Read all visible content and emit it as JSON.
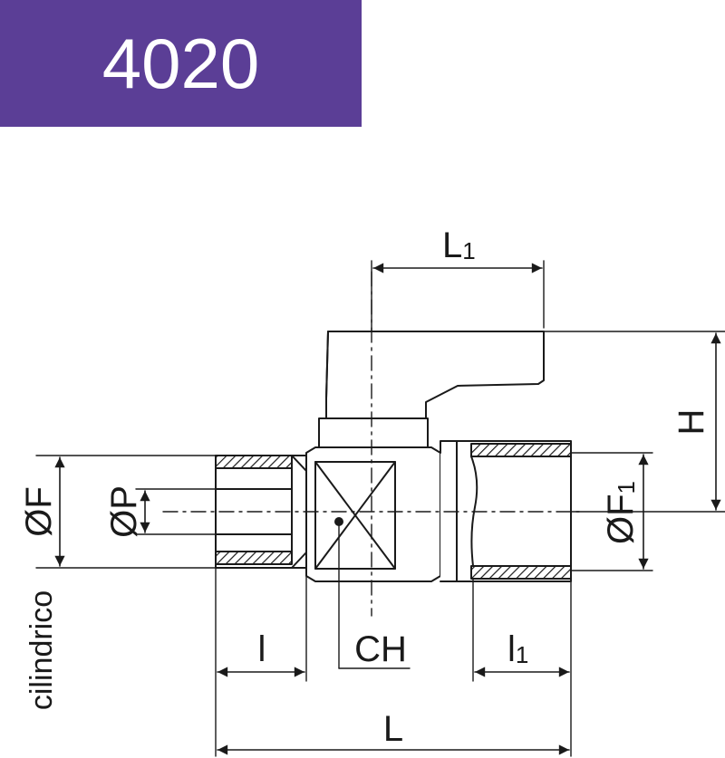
{
  "header": {
    "code": "4020",
    "bg_color": "#5b3e96",
    "text_color": "#ffffff"
  },
  "labels": {
    "L1_main": "L",
    "L1_sub": "1",
    "H": "H",
    "F": "ØF",
    "P": "ØP",
    "F1_main": "ØF",
    "F1_sub": "1",
    "cilindrico": "cilindrico",
    "l": "l",
    "CH": "CH",
    "l1_main": "l",
    "l1_sub": "1",
    "L": "L"
  },
  "colors": {
    "line": "#1a1a1a",
    "hatch": "#1a1a1a"
  }
}
